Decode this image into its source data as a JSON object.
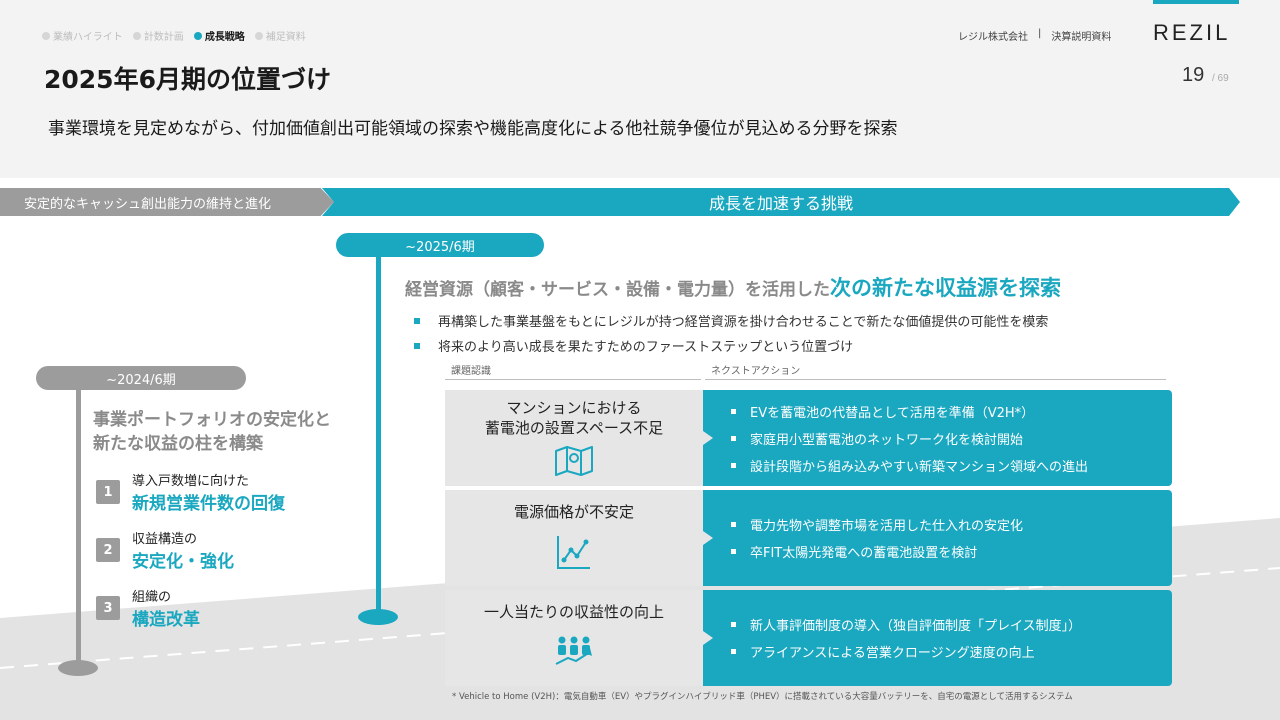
{
  "nav": {
    "items": [
      {
        "label": "業績ハイライト",
        "active": false
      },
      {
        "label": "計数計画",
        "active": false
      },
      {
        "label": "成長戦略",
        "active": true
      },
      {
        "label": "補足資料",
        "active": false
      }
    ]
  },
  "header": {
    "company": "レジル株式会社",
    "separator": "|",
    "doc_type": "決算説明資料",
    "logo": "REZIL",
    "title": "2025年6月期の位置づけ",
    "page_number": "19",
    "page_total": "/  69",
    "subtitle": "事業環境を見定めながら、付加価値創出可能領域の探索や機能高度化による他社競争優位が見込める分野を探索"
  },
  "banner": {
    "left": "安定的なキャッシュ創出能力の維持と進化",
    "right": "成長を加速する挑戦"
  },
  "phase_2024": {
    "label": "~2024/6期",
    "title_line1": "事業ポートフォリオの安定化と",
    "title_line2": "新たな収益の柱を構築",
    "steps": [
      {
        "num": "1",
        "small": "導入戸数増に向けた",
        "big": "新規営業件数の回復"
      },
      {
        "num": "2",
        "small": "収益構造の",
        "big": "安定化・強化"
      },
      {
        "num": "3",
        "small": "組織の",
        "big": "構造改革"
      }
    ]
  },
  "phase_2025": {
    "label": "~2025/6期",
    "heading_grey": "経営資源（顧客・サービス・設備・電力量）を活用した",
    "heading_teal": "次の新たな収益源を探索",
    "bullets": [
      "再構築した事業基盤をもとにレジルが持つ経営資源を掛け合わせることで新たな価値提供の可能性を模索",
      "将来のより高い成長を果たすためのファーストステップという位置づけ"
    ],
    "col_issue": "課題認識",
    "col_action": "ネクストアクション",
    "rows": [
      {
        "issue": "マンションにおける\n蓄電池の設置スペース不足",
        "icon": "map-icon",
        "actions": [
          "EVを蓄電池の代替品として活用を準備（V2H*）",
          "家庭用小型蓄電池のネットワーク化を検討開始",
          "設計段階から組み込みやすい新築マンション領域への進出"
        ]
      },
      {
        "issue": "電源価格が不安定",
        "icon": "line-chart-icon",
        "actions": [
          "電力先物や調整市場を活用した仕入れの安定化",
          "卒FIT太陽光発電への蓄電池設置を検討"
        ]
      },
      {
        "issue": "一人当たりの収益性の向上",
        "icon": "team-growth-icon",
        "actions": [
          "新人事評価制度の導入（独自評価制度「プレイス制度」）",
          "アライアンスによる営業クロージング速度の向上"
        ]
      }
    ],
    "footnote": "* Vehicle to Home (V2H)：電気自動車（EV）やプラグインハイブリッド車（PHEV）に搭載されている大容量バッテリーを、自宅の電源として活用するシステム"
  },
  "colors": {
    "accent": "#1aa7c0",
    "grey": "#9c9c9c",
    "header_bg": "#f3f3f3"
  }
}
